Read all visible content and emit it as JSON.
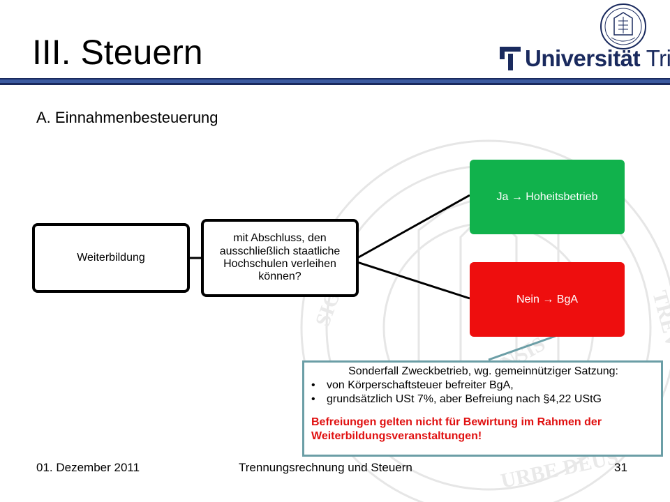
{
  "header": {
    "title": "III. Steuern",
    "logo_bold": "Universität",
    "logo_light": "Trier"
  },
  "subtitle": "A. Einnahmenbesteuerung",
  "diagram": {
    "node_start": "Weiterbildung",
    "node_question": "mit Abschluss, den ausschließlich staatliche Hochschulen verleihen können?",
    "node_yes": "Ja → Hoheitsbetrieb",
    "node_no": "Nein → BgA",
    "yes_color": "#11b24c",
    "no_color": "#ee0e0e"
  },
  "note": {
    "heading": "Sonderfall Zweckbetrieb, wg. gemeinnütziger Satzung:",
    "bullet_glyph": "•",
    "items": [
      "von Körperschaftsteuer befreiter BgA,",
      "grundsätzlich USt 7%, aber Befreiung nach §4,22 UStG"
    ],
    "warning": "Befreiungen gelten nicht für Bewirtung im Rahmen der Weiterbildungsveranstaltungen!",
    "warning_color": "#e01010"
  },
  "footer": {
    "date": "01. Dezember 2011",
    "topic": "Trennungsrechnung und Steuern",
    "page": "31"
  },
  "colors": {
    "brand_navy": "#1a2a5e",
    "note_border": "#6b9ea6"
  }
}
